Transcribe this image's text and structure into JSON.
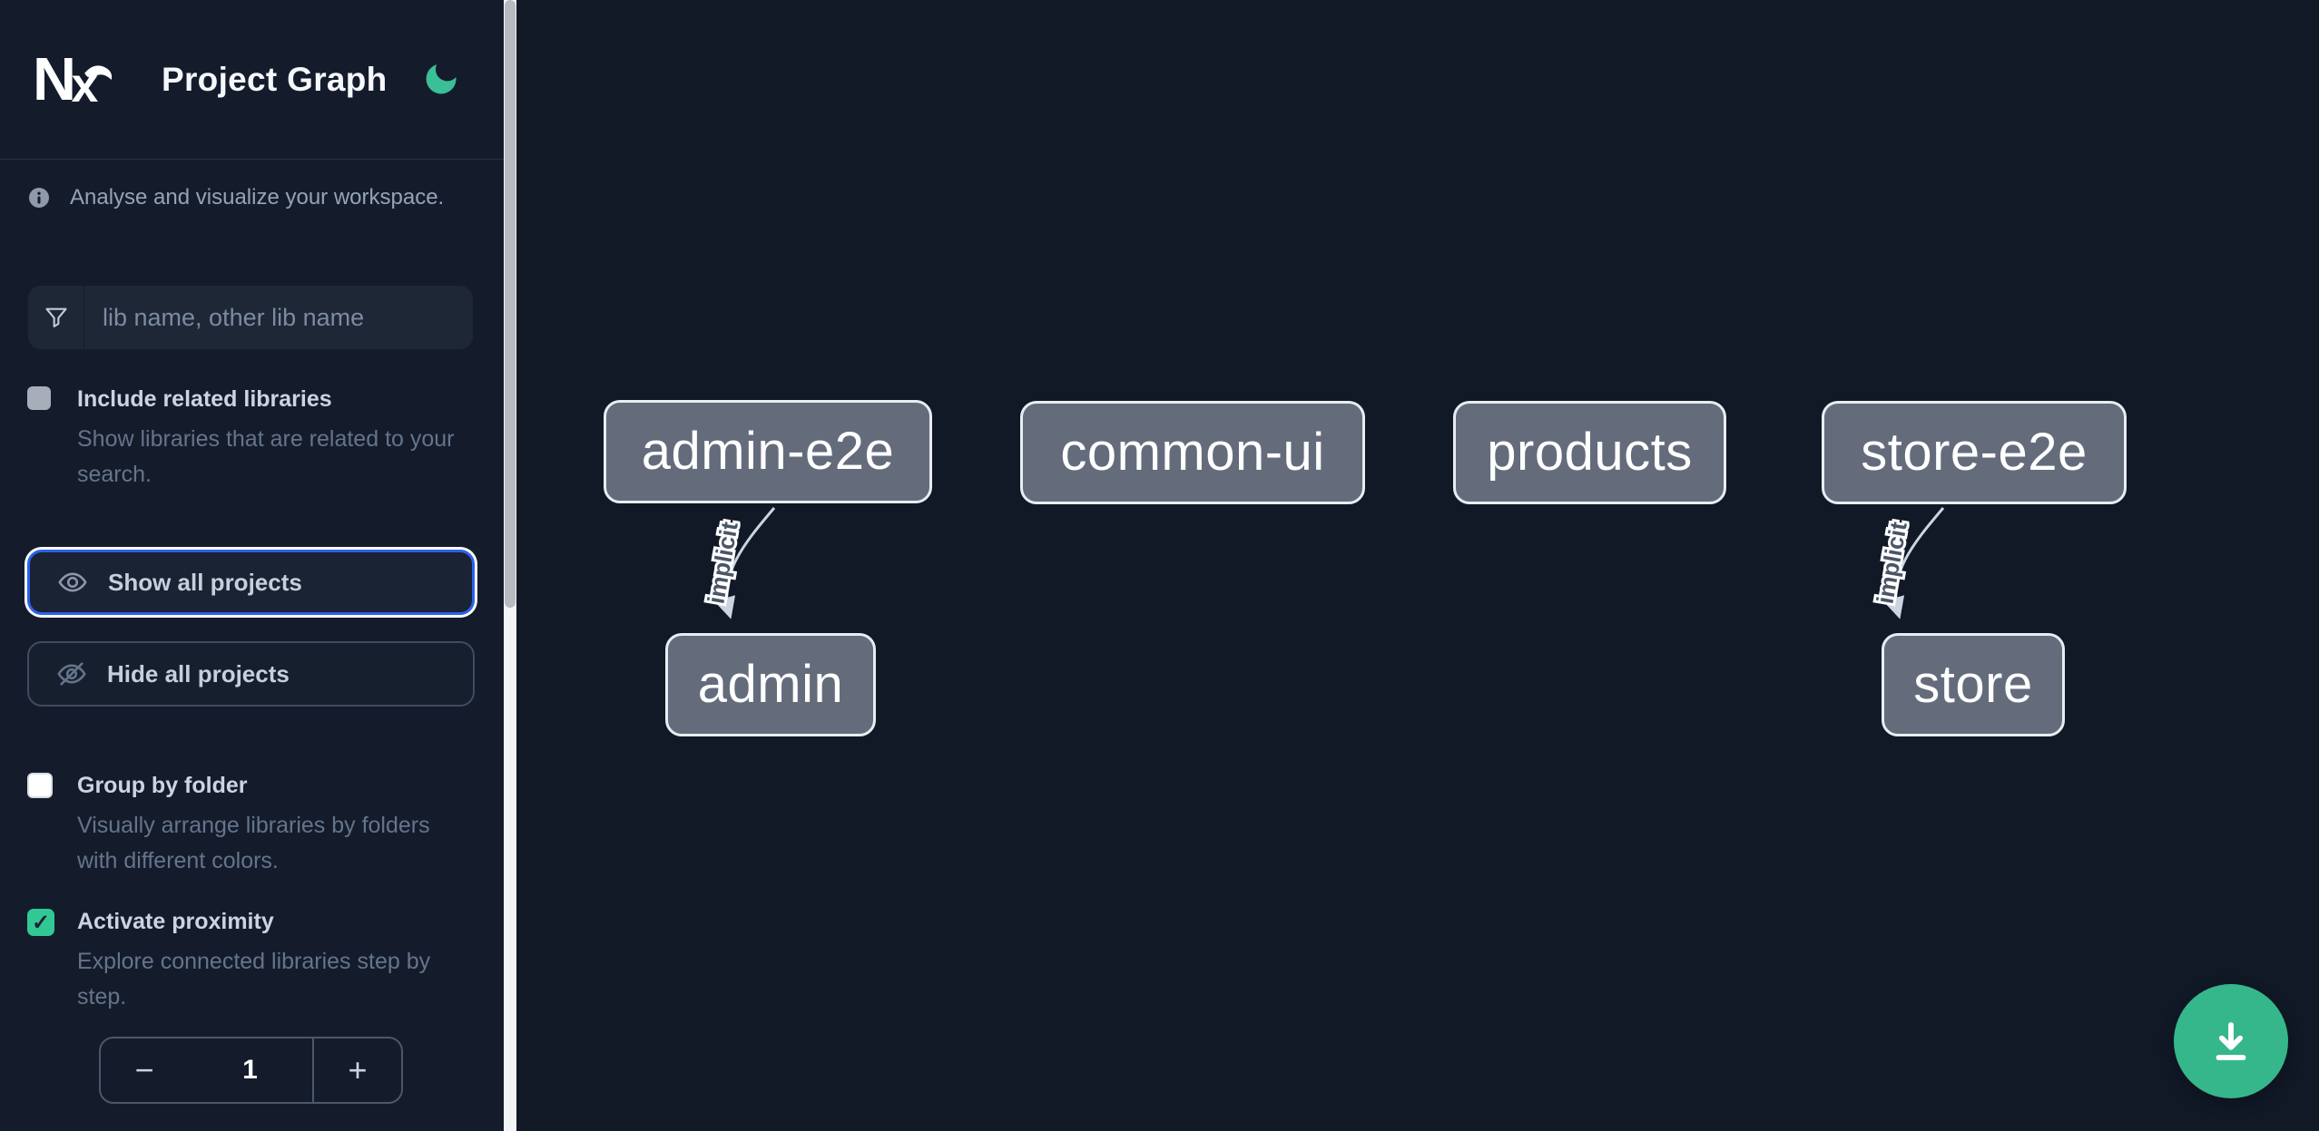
{
  "header": {
    "title": "Project Graph",
    "logo_text": "Nx",
    "theme_icon": "moon-icon"
  },
  "sidebar": {
    "info_text": "Analyse and visualize your workspace.",
    "search": {
      "placeholder": "lib name, other lib name"
    },
    "options": [
      {
        "label": "Include related libraries",
        "description": "Show libraries that are related to your search.",
        "checked": false
      },
      {
        "label": "Group by folder",
        "description": "Visually arrange libraries by folders with different colors.",
        "checked": false
      },
      {
        "label": "Activate proximity",
        "description": "Explore connected libraries step by step.",
        "checked": true,
        "check_glyph": "✓"
      }
    ],
    "buttons": [
      {
        "label": "Show all projects",
        "icon": "eye-icon",
        "focused": true
      },
      {
        "label": "Hide all projects",
        "icon": "eye-off-icon",
        "focused": false
      }
    ],
    "stepper": {
      "decrement": "−",
      "value": "1",
      "increment": "+"
    }
  },
  "graph": {
    "nodes": [
      {
        "label": "admin-e2e"
      },
      {
        "label": "common-ui"
      },
      {
        "label": "products"
      },
      {
        "label": "store-e2e"
      },
      {
        "label": "admin"
      },
      {
        "label": "store"
      }
    ],
    "edges": [
      {
        "source": "admin-e2e",
        "target": "admin",
        "label": "implicit"
      },
      {
        "source": "store-e2e",
        "target": "store",
        "label": "implicit"
      }
    ]
  },
  "fab": {
    "icon": "download-icon"
  },
  "colors": {
    "accent_green": "#36b68b",
    "checkbox_green": "#31c894",
    "focus_blue": "#2b62e9",
    "node_fill": "#646c7c",
    "node_border": "#e9edf2",
    "edge": "#cbd5e1",
    "sidebar_bg": "#141c2c",
    "canvas_bg": "#111826"
  }
}
